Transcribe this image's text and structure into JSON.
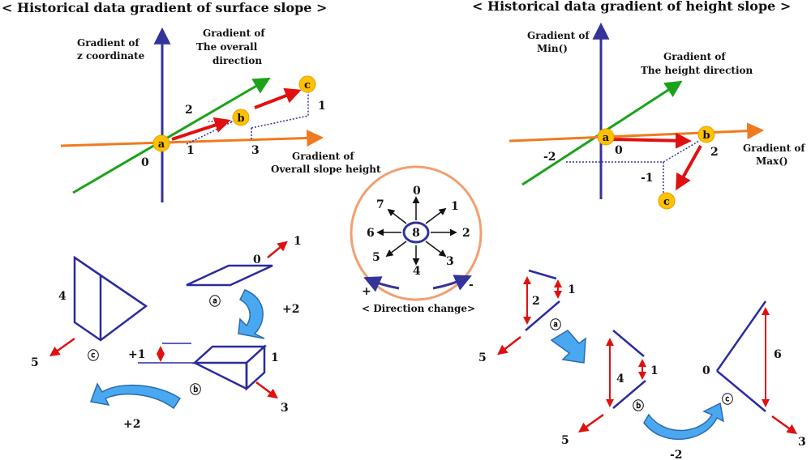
{
  "colors": {
    "axis": "#33339a",
    "green": "#1aa31a",
    "orange": "#f07a1e",
    "red": "#e01010",
    "badge": "#ffc000",
    "dots": "#33339a",
    "curve": "#4aa8f0",
    "ring": "#f0a070",
    "shape": "#2b2ba0"
  },
  "left": {
    "title": "< Historical data gradient of surface slope >",
    "axis_z_line1": "Gradient of",
    "axis_z_line2": "z coordinate",
    "axis_dir_line1": "Gradient of",
    "axis_dir_line2": "The overall",
    "axis_dir_line3": "direction",
    "axis_h_line1": "Gradient of",
    "axis_h_line2": "Overall slope height",
    "origin_label": "0",
    "point_a": "a",
    "point_b": "b",
    "point_c": "c",
    "tick_1_x": "1",
    "tick_3_x": "3",
    "tick_2_dir": "2",
    "tick_1_z": "1",
    "shape_a": "ⓐ",
    "shape_b": "ⓑ",
    "shape_c": "ⓒ",
    "num_0": "0",
    "num_1_top": "1",
    "num_plus2_a": "+2",
    "num_plus1": "+1",
    "num_1_b": "1",
    "num_3": "3",
    "num_4": "4",
    "num_5": "5",
    "num_plus2_b": "+2"
  },
  "center": {
    "compass_center": "8",
    "dir_0": "0",
    "dir_1": "1",
    "dir_2": "2",
    "dir_3": "3",
    "dir_4": "4",
    "dir_5": "5",
    "dir_6": "6",
    "dir_7": "7",
    "plus": "+",
    "minus": "-",
    "caption": "< Direction change>"
  },
  "right": {
    "title": "< Historical data gradient of height slope >",
    "axis_min_line1": "Gradient of",
    "axis_min_line2": "Min()",
    "axis_dir_line1": "Gradient of",
    "axis_dir_line2": "The height direction",
    "axis_max_line1": "Gradient of",
    "axis_max_line2": "Max()",
    "point_a": "a",
    "point_b": "b",
    "point_c": "c",
    "origin_label": "0",
    "tick_neg2": "-2",
    "tick_neg1": "-1",
    "tick_2": "2",
    "shape_a": "ⓐ",
    "shape_b": "ⓑ",
    "shape_c": "ⓒ",
    "num_2": "2",
    "num_1_a": "1",
    "num_5_a": "5",
    "num_4": "4",
    "num_1_b": "1",
    "num_5_b": "5",
    "num_neg2": "-2",
    "num_0": "0",
    "num_6": "6",
    "num_3": "3"
  }
}
